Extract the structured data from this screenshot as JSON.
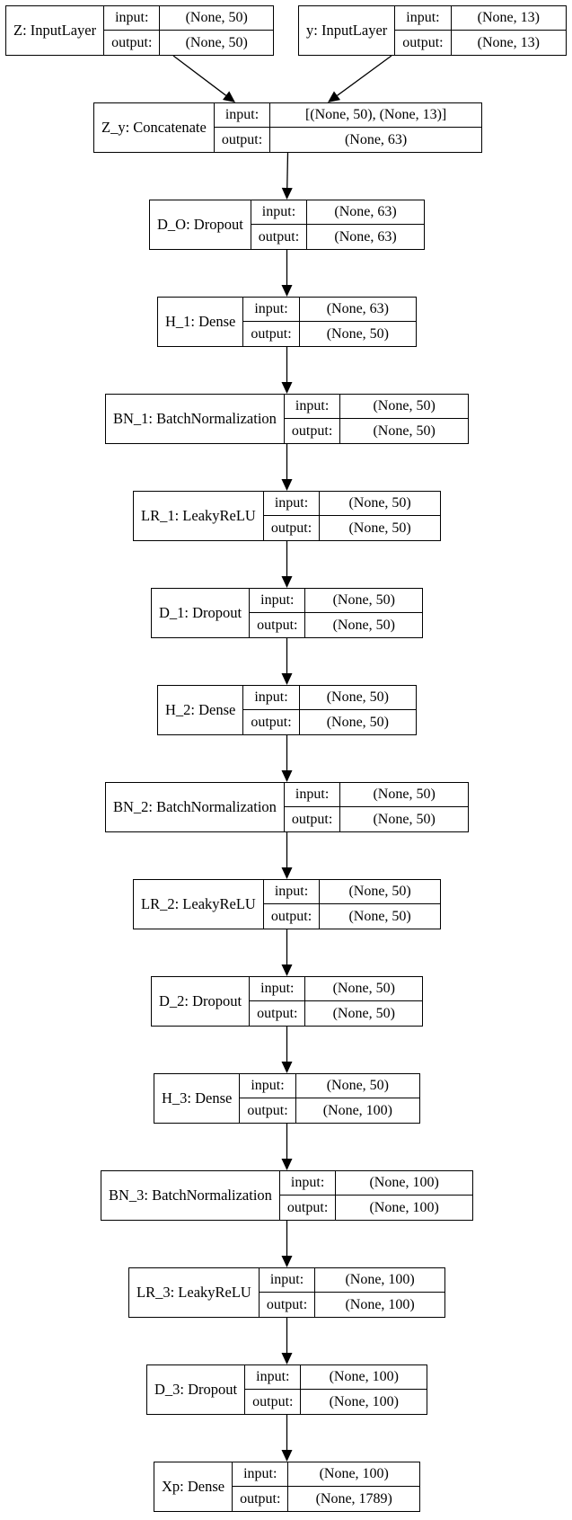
{
  "labels": {
    "input": "input:",
    "output": "output:"
  },
  "nodes": [
    {
      "id": "z",
      "name": "Z: InputLayer",
      "input": "(None, 50)",
      "output": "(None, 50)"
    },
    {
      "id": "y",
      "name": "y: InputLayer",
      "input": "(None, 13)",
      "output": "(None, 13)"
    },
    {
      "id": "zy",
      "name": "Z_y: Concatenate",
      "input": "[(None, 50), (None, 13)]",
      "output": "(None, 63)"
    },
    {
      "id": "d0",
      "name": "D_O: Dropout",
      "input": "(None, 63)",
      "output": "(None, 63)"
    },
    {
      "id": "h1",
      "name": "H_1: Dense",
      "input": "(None, 63)",
      "output": "(None, 50)"
    },
    {
      "id": "bn1",
      "name": "BN_1: BatchNormalization",
      "input": "(None, 50)",
      "output": "(None, 50)"
    },
    {
      "id": "lr1",
      "name": "LR_1: LeakyReLU",
      "input": "(None, 50)",
      "output": "(None, 50)"
    },
    {
      "id": "d1",
      "name": "D_1: Dropout",
      "input": "(None, 50)",
      "output": "(None, 50)"
    },
    {
      "id": "h2",
      "name": "H_2: Dense",
      "input": "(None, 50)",
      "output": "(None, 50)"
    },
    {
      "id": "bn2",
      "name": "BN_2: BatchNormalization",
      "input": "(None, 50)",
      "output": "(None, 50)"
    },
    {
      "id": "lr2",
      "name": "LR_2: LeakyReLU",
      "input": "(None, 50)",
      "output": "(None, 50)"
    },
    {
      "id": "d2",
      "name": "D_2: Dropout",
      "input": "(None, 50)",
      "output": "(None, 50)"
    },
    {
      "id": "h3",
      "name": "H_3: Dense",
      "input": "(None, 50)",
      "output": "(None, 100)"
    },
    {
      "id": "bn3",
      "name": "BN_3: BatchNormalization",
      "input": "(None, 100)",
      "output": "(None, 100)"
    },
    {
      "id": "lr3",
      "name": "LR_3: LeakyReLU",
      "input": "(None, 100)",
      "output": "(None, 100)"
    },
    {
      "id": "d3",
      "name": "D_3: Dropout",
      "input": "(None, 100)",
      "output": "(None, 100)"
    },
    {
      "id": "xp",
      "name": "Xp: Dense",
      "input": "(None, 100)",
      "output": "(None, 1789)"
    }
  ],
  "edges": [
    [
      "z",
      "zy"
    ],
    [
      "y",
      "zy"
    ],
    [
      "zy",
      "d0"
    ],
    [
      "d0",
      "h1"
    ],
    [
      "h1",
      "bn1"
    ],
    [
      "bn1",
      "lr1"
    ],
    [
      "lr1",
      "d1"
    ],
    [
      "d1",
      "h2"
    ],
    [
      "h2",
      "bn2"
    ],
    [
      "bn2",
      "lr2"
    ],
    [
      "lr2",
      "d2"
    ],
    [
      "d2",
      "h3"
    ],
    [
      "h3",
      "bn3"
    ],
    [
      "bn3",
      "lr3"
    ],
    [
      "lr3",
      "d3"
    ],
    [
      "d3",
      "xp"
    ]
  ]
}
